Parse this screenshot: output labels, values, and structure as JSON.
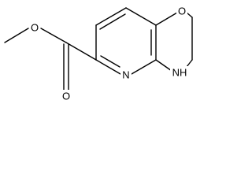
{
  "molecule": {
    "atoms": [
      {
        "id": "ring_oxygen",
        "label": "O"
      },
      {
        "id": "pyridine_nitrogen",
        "label": "N"
      },
      {
        "id": "amine_nitrogen",
        "label": "NH"
      },
      {
        "id": "carbonyl_oxygen",
        "label": "O"
      },
      {
        "id": "ester_oxygen",
        "label": "O"
      }
    ]
  }
}
